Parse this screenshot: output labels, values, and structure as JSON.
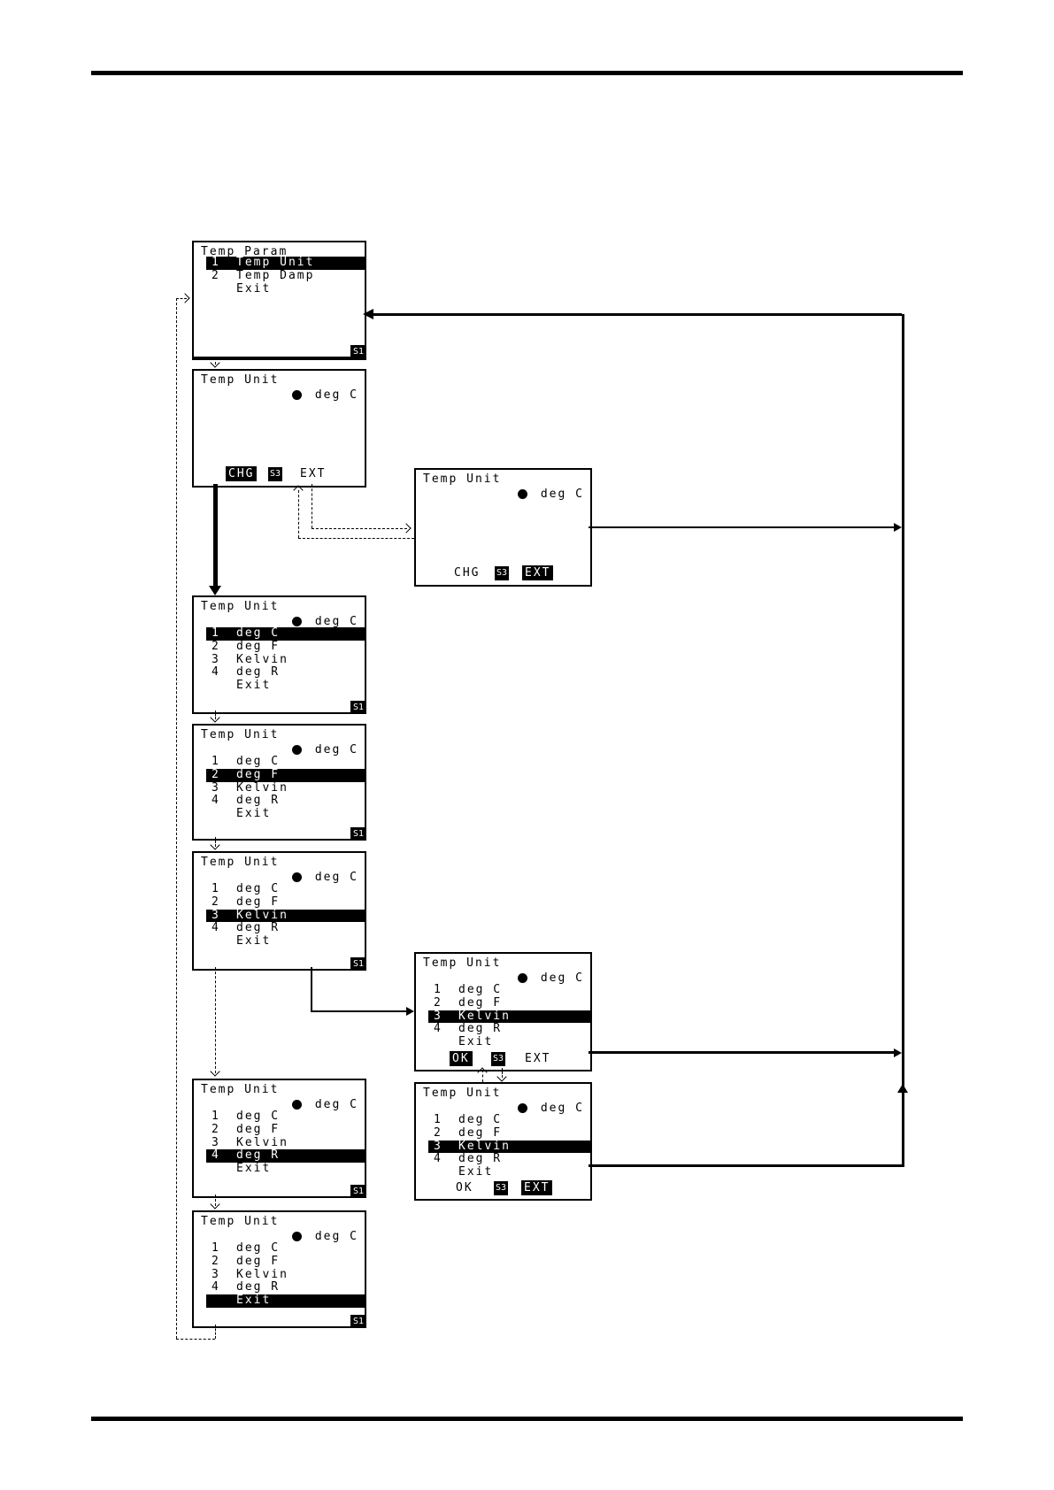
{
  "colors": {
    "ink": "#000000",
    "paper": "#ffffff"
  },
  "lcd": {
    "s1_badge": "S1",
    "s3_badge": "S3",
    "softkeys": {
      "chg": "CHG",
      "ok": "OK",
      "ext": "EXT"
    },
    "unit_screen_title": "Temp Unit",
    "current_value": "deg C",
    "unit_items": [
      {
        "num": "1",
        "label": "deg C"
      },
      {
        "num": "2",
        "label": "deg F"
      },
      {
        "num": "3",
        "label": "Kelvin"
      },
      {
        "num": "4",
        "label": "deg R"
      },
      {
        "num": "",
        "label": "Exit"
      }
    ]
  },
  "param_screen": {
    "title": "Temp Param",
    "items": [
      {
        "num": "1",
        "label": "Temp Unit"
      },
      {
        "num": "2",
        "label": "Temp Damp"
      },
      {
        "num": "",
        "label": "Exit"
      }
    ]
  }
}
